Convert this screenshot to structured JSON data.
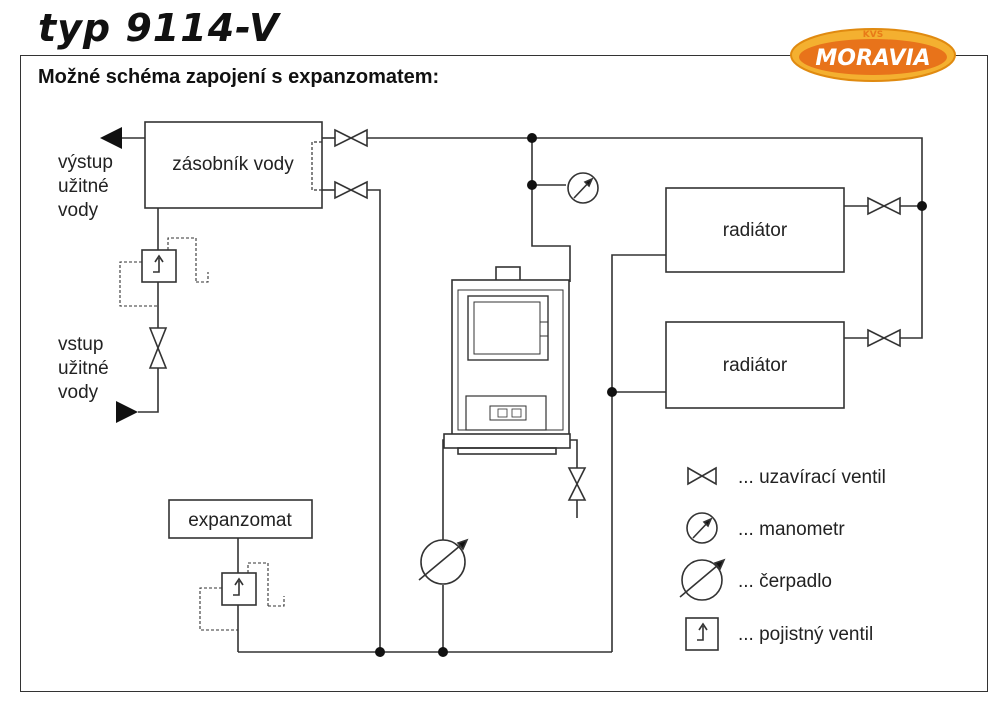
{
  "header": {
    "title": "typ 9114-V",
    "subtitle": "Možné schéma zapojení s expanzomatem:"
  },
  "logo": {
    "top_text": "KVS",
    "main_text": "MORAVIA",
    "colors": {
      "ring": "#f0a020",
      "fill": "#e8731a",
      "text": "#ffffff"
    }
  },
  "diagram": {
    "tank_label": "zásobník vody",
    "outlet_label": [
      "výstup",
      "užitné",
      "vody"
    ],
    "inlet_label": [
      "vstup",
      "užitné",
      "vody"
    ],
    "radiator_top_label": "radiátor",
    "radiator_bottom_label": "radiátor",
    "expansion_label": "expanzomat"
  },
  "legend": {
    "items": [
      {
        "icon": "shutoff-valve-icon",
        "text": "... uzavírací ventil"
      },
      {
        "icon": "pressure-gauge-icon",
        "text": "... manometr"
      },
      {
        "icon": "pump-icon",
        "text": "... čerpadlo"
      },
      {
        "icon": "safety-valve-icon",
        "text": "... pojistný ventil"
      }
    ]
  }
}
